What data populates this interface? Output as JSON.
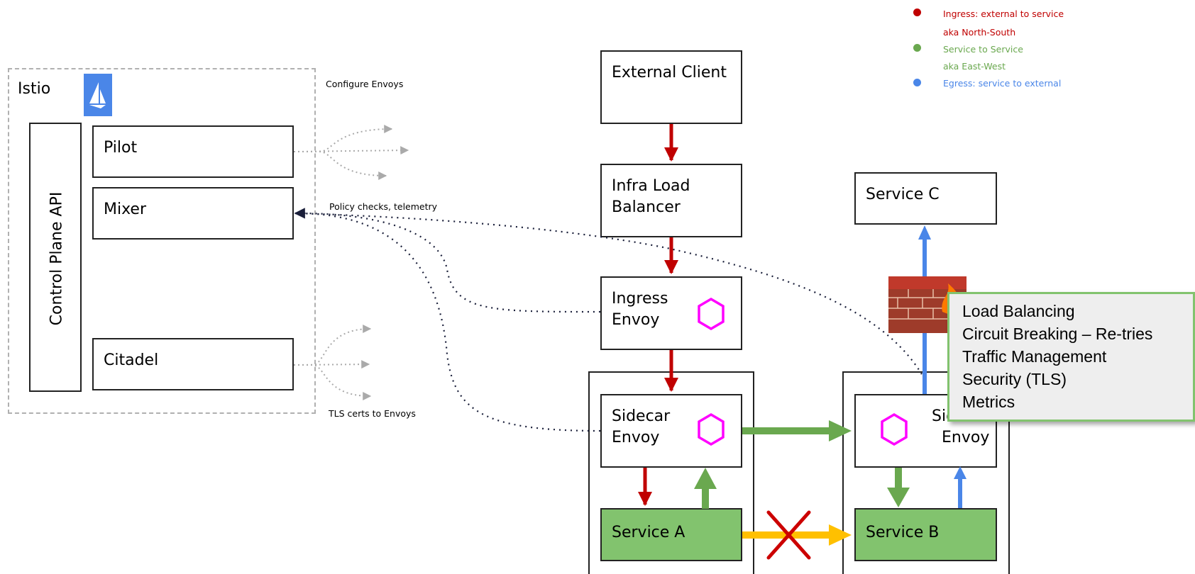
{
  "colors": {
    "ingress": "#c00000",
    "service_to_service": "#6aa84f",
    "egress": "#4a86e8",
    "service_fill": "#82c36e",
    "envoy_hexagon": "#ff00ff",
    "blocked_arrow": "#ffc000",
    "blocked_cross": "#cc0000",
    "istio_logo_bg": "#4a86e8"
  },
  "legend": [
    {
      "label": "Ingress: external to service",
      "color": "#c00000"
    },
    {
      "label": "aka North-South",
      "color": "#c00000"
    },
    {
      "label": "Service to Service",
      "color": "#6aa84f"
    },
    {
      "label": "aka East-West",
      "color": "#6aa84f"
    },
    {
      "label": "Egress: service to external",
      "color": "#4a86e8"
    }
  ],
  "istio": {
    "title": "Istio",
    "logo_icon": "istio-sail-icon",
    "control_plane": "Control Plane API",
    "components": {
      "pilot": "Pilot",
      "mixer": "Mixer",
      "citadel": "Citadel"
    }
  },
  "annotations": {
    "configure": "Configure Envoys",
    "policy": "Policy checks, telemetry",
    "tls": "TLS certs to Envoys"
  },
  "nodes": {
    "external_client": "External Client",
    "infra_lb_line1": "Infra Load",
    "infra_lb_line2": "Balancer",
    "ingress_line1": "Ingress",
    "ingress_line2": "Envoy",
    "sidecar_a_line1": "Sidecar",
    "sidecar_a_line2": "Envoy",
    "sidecar_b_line1": "Sid",
    "sidecar_b_line2": "Envoy",
    "service_a": "Service A",
    "service_b": "Service B",
    "service_c": "Service C"
  },
  "icons": {
    "envoy": "hexagon-icon",
    "firewall": "firewall-icon",
    "blocked": "cross-icon"
  },
  "callout": [
    "Load Balancing",
    "Circuit Breaking – Re-tries",
    "Traffic Management",
    "Security (TLS)",
    "Metrics"
  ]
}
